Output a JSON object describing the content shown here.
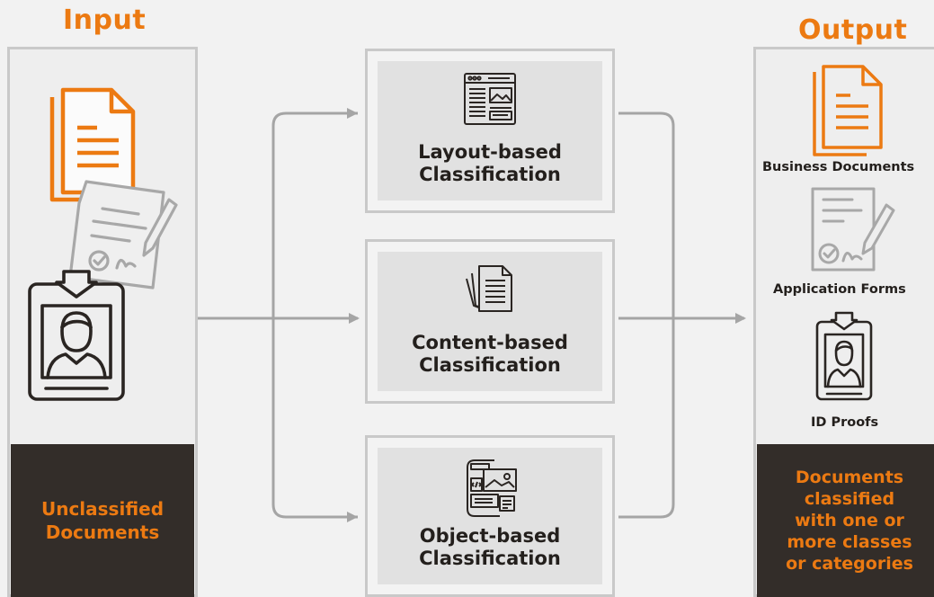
{
  "input": {
    "heading": "Input",
    "caption_line1": "Unclassified",
    "caption_line2": "Documents"
  },
  "output": {
    "heading": "Output",
    "items": [
      {
        "label": "Business Documents",
        "icon": "business-documents-icon"
      },
      {
        "label": "Application Forms",
        "icon": "application-form-icon"
      },
      {
        "label": "ID Proofs",
        "icon": "id-badge-icon"
      }
    ],
    "caption": "Documents\nclassified\nwith one or\nmore classes\nor categories"
  },
  "methods": [
    {
      "label": "Layout-based\nClassification",
      "icon": "layout-window-icon"
    },
    {
      "label": "Content-based\nClassification",
      "icon": "stacked-pages-icon"
    },
    {
      "label": "Object-based\nClassification",
      "icon": "object-elements-icon"
    }
  ],
  "colors": {
    "accent": "#ec7a12",
    "dark": "#332d29",
    "panel_border": "#c9c9c9",
    "arrow": "#a5a5a5"
  }
}
